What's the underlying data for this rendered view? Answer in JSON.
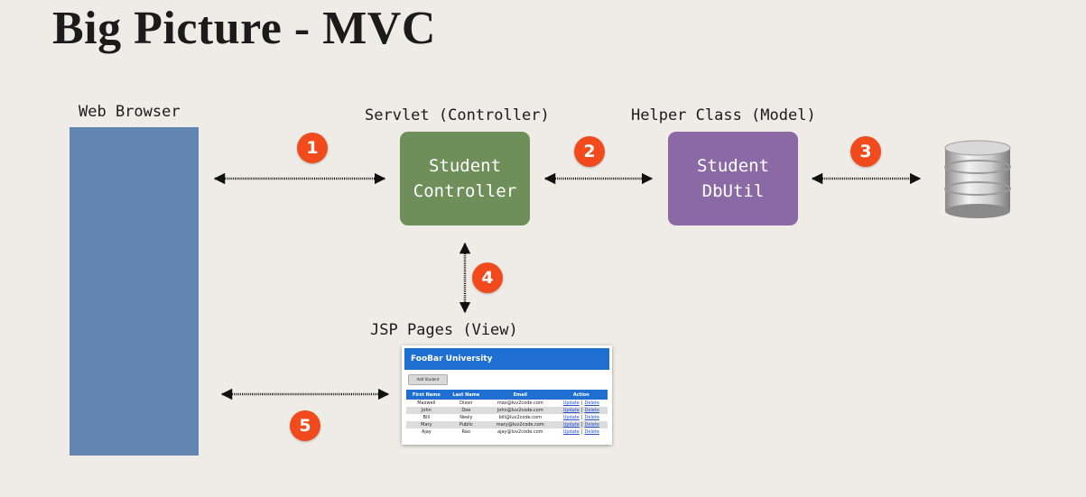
{
  "title": "Big Picture - MVC",
  "labels": {
    "browser": "Web Browser",
    "servlet": "Servlet (Controller)",
    "helper": "Helper Class (Model)",
    "jsp": "JSP Pages (View)"
  },
  "controller_box": {
    "line1": "Student",
    "line2": "Controller"
  },
  "model_box": {
    "line1": "Student",
    "line2": "DbUtil"
  },
  "steps": [
    "1",
    "2",
    "3",
    "4",
    "5"
  ],
  "jsp_page": {
    "header": "FooBar University",
    "add_button": "Add Student",
    "columns": [
      "First Name",
      "Last Name",
      "Email",
      "Action"
    ],
    "rows": [
      [
        "Maxwell",
        "Dixon",
        "max@luv2code.com"
      ],
      [
        "John",
        "Doe",
        "john@luv2code.com"
      ],
      [
        "Bill",
        "Neely",
        "bill@luv2code.com"
      ],
      [
        "Mary",
        "Public",
        "mary@luv2code.com"
      ],
      [
        "Ajay",
        "Rao",
        "ajay@luv2code.com"
      ]
    ],
    "update_link": "Update",
    "delete_link": "Delete",
    "separator": "|"
  },
  "database_icon": "database-icon",
  "colors": {
    "browser": "#6286b1",
    "controller": "#6f8f5a",
    "model": "#8a69a4",
    "badge": "#f14a1d",
    "jsp_header": "#1f6fd3"
  }
}
